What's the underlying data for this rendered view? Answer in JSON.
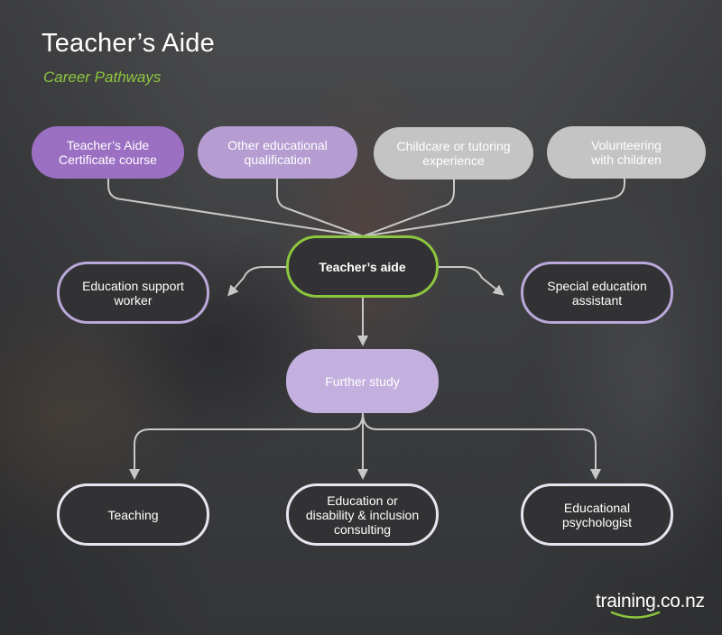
{
  "header": {
    "title": "Teacher’s Aide",
    "subtitle": "Career Pathways"
  },
  "nodes": {
    "certificate": "Teacher’s Aide\nCertificate course",
    "other_qualification": "Other educational\nqualification",
    "childcare": "Childcare or tutoring\nexperience",
    "volunteering": "Volunteering\nwith children",
    "teachers_aide": "Teacher’s aide",
    "education_support": "Education support\nworker",
    "special_education": "Special education\nassistant",
    "further_study": "Further study",
    "teaching": "Teaching",
    "consulting": "Education or\ndisability & inclusion\nconsulting",
    "psychologist": "Educational\npsychologist"
  },
  "brand": {
    "logo_text": "training.co.nz"
  },
  "colors": {
    "accent_green": "#8cc63f",
    "purple": "#9b6fc2",
    "lilac": "#b59dd2",
    "grey": "#c4c4c4",
    "connector": "#c8c8c8"
  }
}
